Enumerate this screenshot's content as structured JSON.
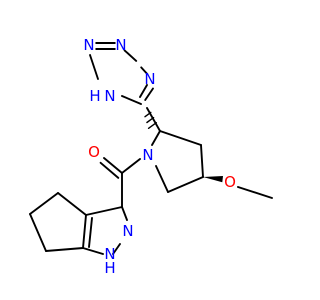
{
  "atom_labels": {
    "n_triazole_top": "N",
    "n_triazole_right": "N",
    "nh_triazole": "N",
    "h_triazole": "H",
    "n_pyrrolidine": "N",
    "o_carbonyl": "O",
    "o_methoxy": "O",
    "n_pyrazole": "N",
    "nh_pyrazole": "N",
    "h_pyrazole": "H"
  },
  "colors": {
    "bond": "#000000",
    "nitrogen": "#0000ff",
    "oxygen": "#ff0000"
  }
}
